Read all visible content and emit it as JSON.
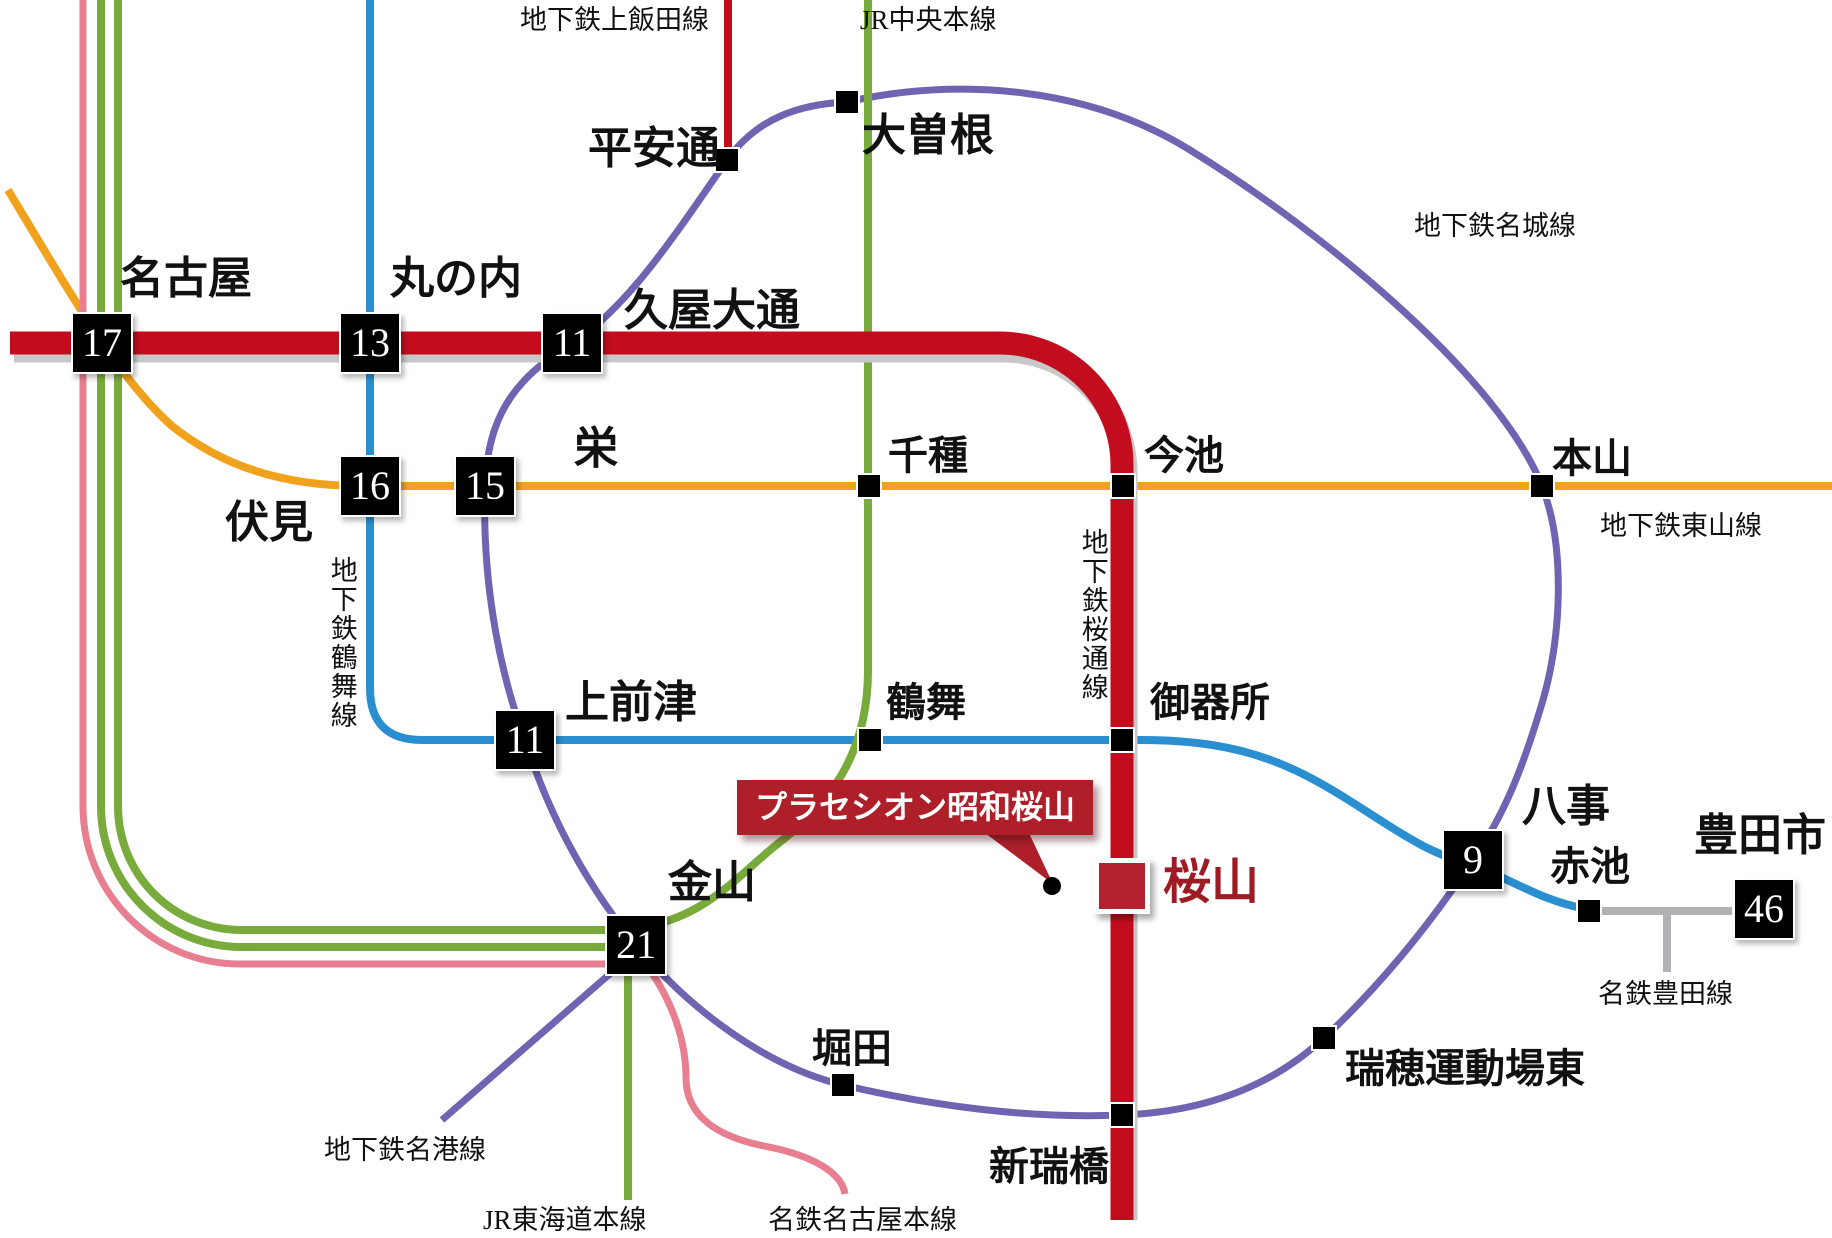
{
  "lines": {
    "sakuradori": {
      "label": "地下鉄桜通線",
      "color": "#c30d1e"
    },
    "higashiyama": {
      "label": "地下鉄東山線",
      "color": "#f0a21c"
    },
    "tsurumai": {
      "label": "地下鉄鶴舞線",
      "color": "#2a8fd0"
    },
    "meijo": {
      "label": "地下鉄名城線",
      "color": "#6f64b2"
    },
    "meiko": {
      "label": "地下鉄名港線",
      "color": "#6f64b2"
    },
    "kamiiida": {
      "label": "地下鉄上飯田線",
      "color": "#c30d1e"
    },
    "jr_chuo": {
      "label": "JR中央本線",
      "color": "#79aa3c"
    },
    "jr_tokaido": {
      "label": "JR東海道本線",
      "color": "#79aa3c"
    },
    "meitetsu_nagoya": {
      "label": "名鉄名古屋本線",
      "color": "#e77f90"
    },
    "meitetsu_toyota": {
      "label": "名鉄豊田線",
      "color": "#b2b2b4"
    }
  },
  "stations": {
    "nagoya": {
      "name": "名古屋",
      "minutes": "17"
    },
    "marunouchi": {
      "name": "丸の内",
      "minutes": "13"
    },
    "hisayaodori": {
      "name": "久屋大通",
      "minutes": "11"
    },
    "fushimi": {
      "name": "伏見",
      "minutes": "16"
    },
    "sakae": {
      "name": "栄",
      "minutes": "15"
    },
    "kamimaezu": {
      "name": "上前津",
      "minutes": "11"
    },
    "kanayama": {
      "name": "金山",
      "minutes": "21"
    },
    "yagoto": {
      "name": "八事",
      "minutes": "9"
    },
    "toyotashi": {
      "name": "豊田市",
      "minutes": "46"
    },
    "heianodori": {
      "name": "平安通"
    },
    "ozone": {
      "name": "大曽根"
    },
    "chikusa": {
      "name": "千種"
    },
    "imaike": {
      "name": "今池"
    },
    "motoyama": {
      "name": "本山"
    },
    "tsurumai_st": {
      "name": "鶴舞"
    },
    "gokiso": {
      "name": "御器所"
    },
    "hotta": {
      "name": "堀田"
    },
    "aratamabashi": {
      "name": "新瑞橋"
    },
    "mizuho_higashi": {
      "name": "瑞穂運動場東"
    },
    "akaike": {
      "name": "赤池"
    }
  },
  "highlight": {
    "callout_text": "プラセシオン昭和桜山",
    "station_name": "桜山",
    "callout_color": "#ae1f2a",
    "marker_color": "#b22230",
    "label_color": "#9e1b24",
    "text_color": "#ffffff",
    "pointer_dot_color": "#000000"
  },
  "decor": {
    "shadow_color": "#c8c8c8",
    "background": "#ffffff",
    "marker_color": "#000000"
  }
}
